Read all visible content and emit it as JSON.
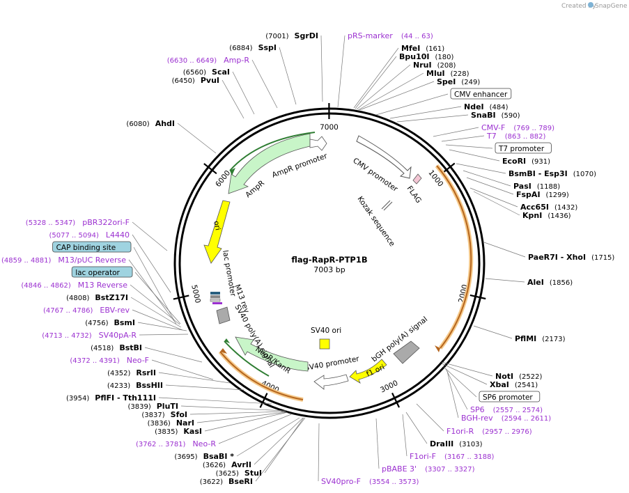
{
  "brand": {
    "created_by": "Created by",
    "app": "SnapGene"
  },
  "plasmid": {
    "name": "flag-RapR-PTP1B",
    "size_label": "7003 bp",
    "length": 7003
  },
  "ticks": [
    {
      "label": "1000",
      "pos": 1000
    },
    {
      "label": "2000",
      "pos": 2000
    },
    {
      "label": "3000",
      "pos": 3000
    },
    {
      "label": "4000",
      "pos": 4000
    },
    {
      "label": "5000",
      "pos": 5000
    },
    {
      "label": "6000",
      "pos": 6000
    },
    {
      "label": "7000",
      "pos": 7000
    }
  ],
  "features": [
    {
      "label": "CMV promoter",
      "color": "#ffffff"
    },
    {
      "label": "FLAG",
      "color": "#f4c6d4"
    },
    {
      "label": "Kozak sequence",
      "color": "#ffffff"
    },
    {
      "label": "bGH poly(A) signal",
      "color": "#aaaaaa"
    },
    {
      "label": "f1 ori",
      "color": "#ffff00"
    },
    {
      "label": "SV40 promoter",
      "color": "#ffffff"
    },
    {
      "label": "SV40 ori",
      "color": "#ffff00"
    },
    {
      "label": "NeoR/KanR",
      "color": "#c8f5c8"
    },
    {
      "label": "SV40 poly(A) signal",
      "color": "#aaaaaa"
    },
    {
      "label": "M13 rev",
      "color": "#ffffff"
    },
    {
      "label": "lac promoter",
      "color": "#ffffff"
    },
    {
      "label": "ori",
      "color": "#ffff00"
    },
    {
      "label": "AmpR",
      "color": "#c8f5c8"
    },
    {
      "label": "AmpR promoter",
      "color": "#ffffff"
    }
  ],
  "labels": [
    {
      "kind": "site",
      "name": "SgrDI",
      "pos": "(7001)"
    },
    {
      "kind": "primer",
      "name": "pRS-marker",
      "pos": "(44 .. 63)"
    },
    {
      "kind": "site",
      "name": "MfeI",
      "pos": "(161)"
    },
    {
      "kind": "site",
      "name": "Bpu10I",
      "pos": "(180)"
    },
    {
      "kind": "site",
      "name": "NruI",
      "pos": "(208)"
    },
    {
      "kind": "site",
      "name": "MluI",
      "pos": "(228)"
    },
    {
      "kind": "site",
      "name": "SpeI",
      "pos": "(249)"
    },
    {
      "kind": "box",
      "name": "CMV enhancer",
      "pos": ""
    },
    {
      "kind": "site",
      "name": "NdeI",
      "pos": "(484)"
    },
    {
      "kind": "site",
      "name": "SnaBI",
      "pos": "(590)"
    },
    {
      "kind": "primer",
      "name": "CMV-F",
      "pos": "(769 .. 789)"
    },
    {
      "kind": "primer",
      "name": "T7",
      "pos": "(863 .. 882)"
    },
    {
      "kind": "box",
      "name": "T7 promoter",
      "pos": ""
    },
    {
      "kind": "site",
      "name": "EcoRI",
      "pos": "(931)"
    },
    {
      "kind": "site",
      "name": "BsmBI  - Esp3I",
      "pos": "(1070)"
    },
    {
      "kind": "site",
      "name": "PasI",
      "pos": "(1188)"
    },
    {
      "kind": "site",
      "name": "FspAI",
      "pos": "(1299)"
    },
    {
      "kind": "site",
      "name": "Acc65I",
      "pos": "(1432)"
    },
    {
      "kind": "site",
      "name": "KpnI",
      "pos": "(1436)"
    },
    {
      "kind": "site",
      "name": "PaeR7I  - XhoI",
      "pos": "(1715)"
    },
    {
      "kind": "site",
      "name": "AleI",
      "pos": "(1856)"
    },
    {
      "kind": "site",
      "name": "PflMI",
      "pos": "(2173)"
    },
    {
      "kind": "site",
      "name": "NotI",
      "pos": "(2522)"
    },
    {
      "kind": "site",
      "name": "XbaI",
      "pos": "(2541)"
    },
    {
      "kind": "box",
      "name": "SP6 promoter",
      "pos": ""
    },
    {
      "kind": "primer",
      "name": "SP6",
      "pos": "(2557 .. 2574)"
    },
    {
      "kind": "primer",
      "name": "BGH-rev",
      "pos": "(2594 .. 2611)"
    },
    {
      "kind": "primer",
      "name": "F1ori-R",
      "pos": "(2957 .. 2976)"
    },
    {
      "kind": "site",
      "name": "DraIII",
      "pos": "(3103)"
    },
    {
      "kind": "primer",
      "name": "F1ori-F",
      "pos": "(3167 .. 3188)"
    },
    {
      "kind": "primer",
      "name": "pBABE 3'",
      "pos": "(3307 .. 3327)"
    },
    {
      "kind": "primer",
      "name": "SV40pro-F",
      "pos": "(3554 .. 3573)"
    },
    {
      "kind": "site",
      "name": "BseRI",
      "pos": "(3622)"
    },
    {
      "kind": "site",
      "name": "StuI",
      "pos": "(3625)"
    },
    {
      "kind": "site",
      "name": "AvrII",
      "pos": "(3626)"
    },
    {
      "kind": "site",
      "name": "BsaBI *",
      "pos": "(3695)"
    },
    {
      "kind": "primer",
      "name": "Neo-R",
      "pos": "(3762 .. 3781)"
    },
    {
      "kind": "site",
      "name": "KasI",
      "pos": "(3835)"
    },
    {
      "kind": "site",
      "name": "NarI",
      "pos": "(3836)"
    },
    {
      "kind": "site",
      "name": "SfoI",
      "pos": "(3837)"
    },
    {
      "kind": "site",
      "name": "PluTI",
      "pos": "(3839)"
    },
    {
      "kind": "site",
      "name": "PflFI  - Tth111I",
      "pos": "(3954)"
    },
    {
      "kind": "site",
      "name": "BssHII",
      "pos": "(4233)"
    },
    {
      "kind": "site",
      "name": "RsrII",
      "pos": "(4352)"
    },
    {
      "kind": "primer",
      "name": "Neo-F",
      "pos": "(4372 .. 4391)"
    },
    {
      "kind": "site",
      "name": "BstBI",
      "pos": "(4518)"
    },
    {
      "kind": "primer",
      "name": "SV40pA-R",
      "pos": "(4713 .. 4732)"
    },
    {
      "kind": "site",
      "name": "BsmI",
      "pos": "(4756)"
    },
    {
      "kind": "primer",
      "name": "EBV-rev",
      "pos": "(4767 .. 4786)"
    },
    {
      "kind": "site",
      "name": "BstZ17I",
      "pos": "(4808)"
    },
    {
      "kind": "primer",
      "name": "M13 Reverse",
      "pos": "(4846 .. 4862)"
    },
    {
      "kind": "boxblue",
      "name": "lac operator",
      "pos": ""
    },
    {
      "kind": "primer",
      "name": "M13/pUC Reverse",
      "pos": "(4859 .. 4881)"
    },
    {
      "kind": "boxblue",
      "name": "CAP binding site",
      "pos": ""
    },
    {
      "kind": "primer",
      "name": "L4440",
      "pos": "(5077 .. 5094)"
    },
    {
      "kind": "primer",
      "name": "pBR322ori-F",
      "pos": "(5328 .. 5347)"
    },
    {
      "kind": "site",
      "name": "AhdI",
      "pos": "(6080)"
    },
    {
      "kind": "site",
      "name": "PvuI",
      "pos": "(6450)"
    },
    {
      "kind": "site",
      "name": "ScaI",
      "pos": "(6560)"
    },
    {
      "kind": "primer",
      "name": "Amp-R",
      "pos": "(6630 .. 6649)"
    },
    {
      "kind": "site",
      "name": "SspI",
      "pos": "(6884)"
    }
  ]
}
